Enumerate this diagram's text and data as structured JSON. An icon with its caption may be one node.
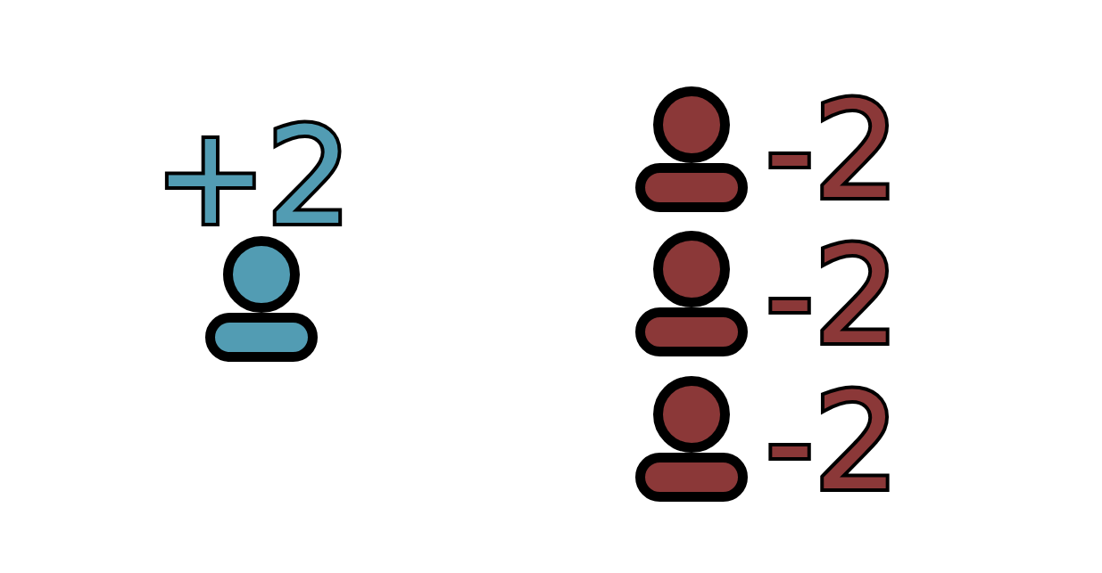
{
  "diagram": {
    "nodes": [
      {
        "text": [],
        "shape": "person",
        "beside": [
          "+2"
        ]
      },
      {
        "text": [],
        "shape": "person",
        "beside": [
          "-2"
        ]
      },
      {
        "text": [],
        "shape": "person",
        "beside": [
          "-2"
        ]
      },
      {
        "text": [],
        "shape": "person",
        "beside": [
          "-2"
        ]
      }
    ]
  }
}
